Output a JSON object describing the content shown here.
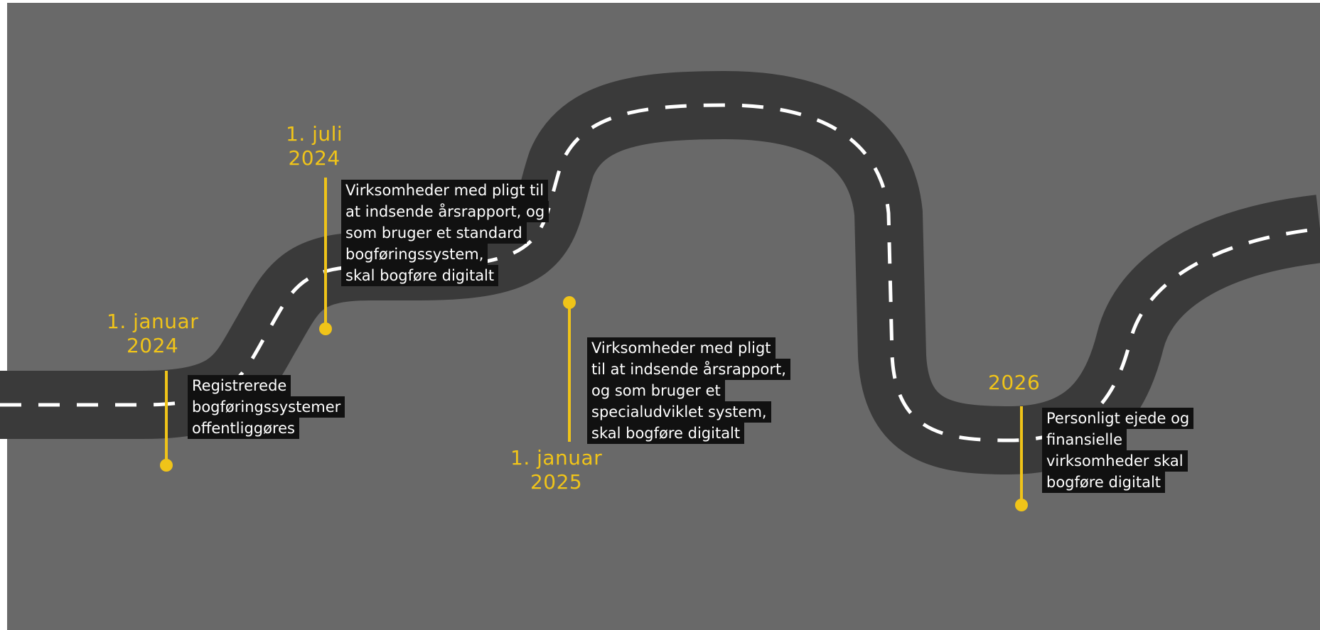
{
  "colors": {
    "background": "#696969",
    "road": "#3a3a3a",
    "lane_marking": "#ffffff",
    "accent": "#f0c419",
    "label_box": "#111111"
  },
  "milestones": [
    {
      "date_lines": [
        "1. januar",
        "2024"
      ],
      "text_lines": [
        "Registrerede",
        "bogføringssystemer",
        "offentliggøres"
      ]
    },
    {
      "date_lines": [
        "1. juli",
        "2024"
      ],
      "text_lines": [
        "Virksomheder med pligt til",
        "at indsende årsrapport, og",
        "som bruger et standard",
        "bogføringssystem,",
        "skal bogføre digitalt"
      ]
    },
    {
      "date_lines": [
        "1. januar",
        "2025"
      ],
      "text_lines": [
        "Virksomheder med pligt",
        "til at indsende årsrapport,",
        "og som bruger et",
        "specialudviklet system,",
        "skal bogføre digitalt"
      ]
    },
    {
      "date_lines": [
        "2026"
      ],
      "text_lines": [
        "Personligt ejede og",
        "finansielle",
        "virksomheder skal",
        "bogføre digitalt"
      ]
    }
  ]
}
